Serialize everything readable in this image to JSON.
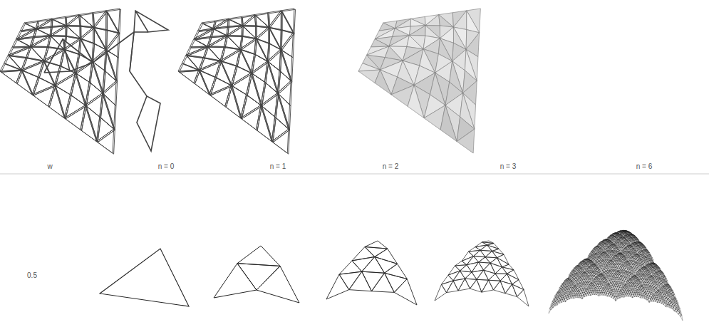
{
  "diagram": {
    "labels": [
      "w",
      "n = 0",
      "n = 1",
      "n = 2",
      "n = 3",
      "n = 6",
      "0.5"
    ]
  }
}
